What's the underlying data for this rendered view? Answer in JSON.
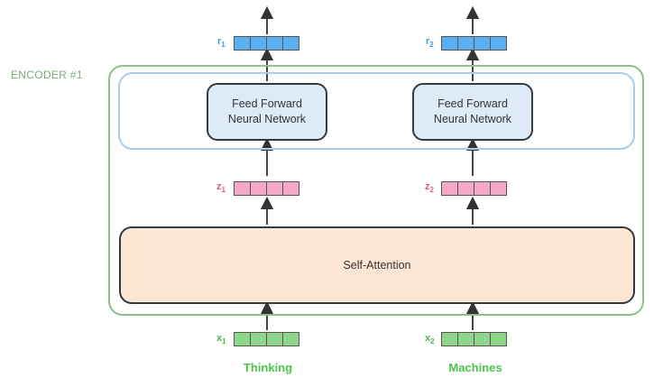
{
  "encoder": {
    "label": "ENCODER #1"
  },
  "ffn": {
    "line1": "Feed Forward",
    "line2": "Neural Network"
  },
  "attention": {
    "label": "Self-Attention"
  },
  "vectors": {
    "r": {
      "letter": "r",
      "subs": [
        "1",
        "2"
      ]
    },
    "z": {
      "letter": "z",
      "subs": [
        "1",
        "2"
      ]
    },
    "x": {
      "letter": "x",
      "subs": [
        "1",
        "2"
      ]
    }
  },
  "words": [
    "Thinking",
    "Machines"
  ],
  "colors": {
    "r": "#5aaef2",
    "z": "#f4a9c9",
    "x": "#8ed68a",
    "encoder_border": "#8fbf8f",
    "ffn_fill": "#dfeaf8",
    "attention_fill": "#fde6d3"
  }
}
